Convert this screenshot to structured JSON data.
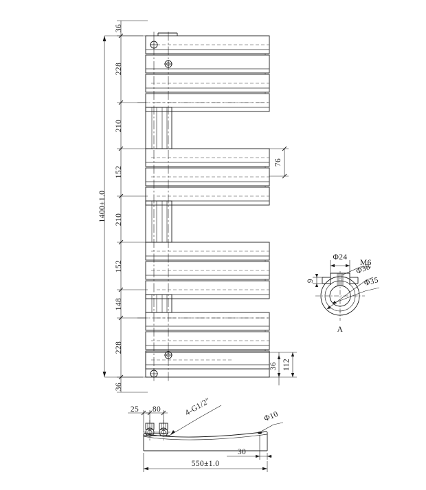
{
  "drawing": {
    "title": "Towel rail radiator technical drawing",
    "background_color": "#ffffff",
    "line_color": "#1a1a1a"
  },
  "front_view": {
    "name": "front-elevation",
    "overall_height_label": "1400±1.0",
    "vertical_chain": [
      {
        "label": "36",
        "value": 36
      },
      {
        "label": "228",
        "value": 228
      },
      {
        "label": "210",
        "value": 210
      },
      {
        "label": "152",
        "value": 152
      },
      {
        "label": "210",
        "value": 210
      },
      {
        "label": "152",
        "value": 152
      },
      {
        "label": "148",
        "value": 148
      },
      {
        "label": "228",
        "value": 228
      },
      {
        "label": "36",
        "value": 36
      }
    ],
    "right_dims": [
      {
        "label": "76",
        "value": 76
      },
      {
        "label": "112",
        "value": 112
      },
      {
        "label": "36",
        "value": 36
      }
    ]
  },
  "detail_view": {
    "name": "detail-a",
    "label": "A",
    "dims": [
      {
        "label": "Φ24",
        "value": 24
      },
      {
        "label": "M6",
        "value": 6
      },
      {
        "label": "9",
        "value": 9
      },
      {
        "label": "Φ38",
        "value": 38
      },
      {
        "label": "Φ35",
        "value": 35
      }
    ]
  },
  "side_view": {
    "name": "side-profile-view",
    "overall_width_label": "550±1.0",
    "dims": [
      {
        "label": "25",
        "value": 25
      },
      {
        "label": "80",
        "value": 80
      },
      {
        "label": "4-G1/2″",
        "value": null
      },
      {
        "label": "Φ10",
        "value": 10
      },
      {
        "label": "30",
        "value": 30
      }
    ]
  }
}
